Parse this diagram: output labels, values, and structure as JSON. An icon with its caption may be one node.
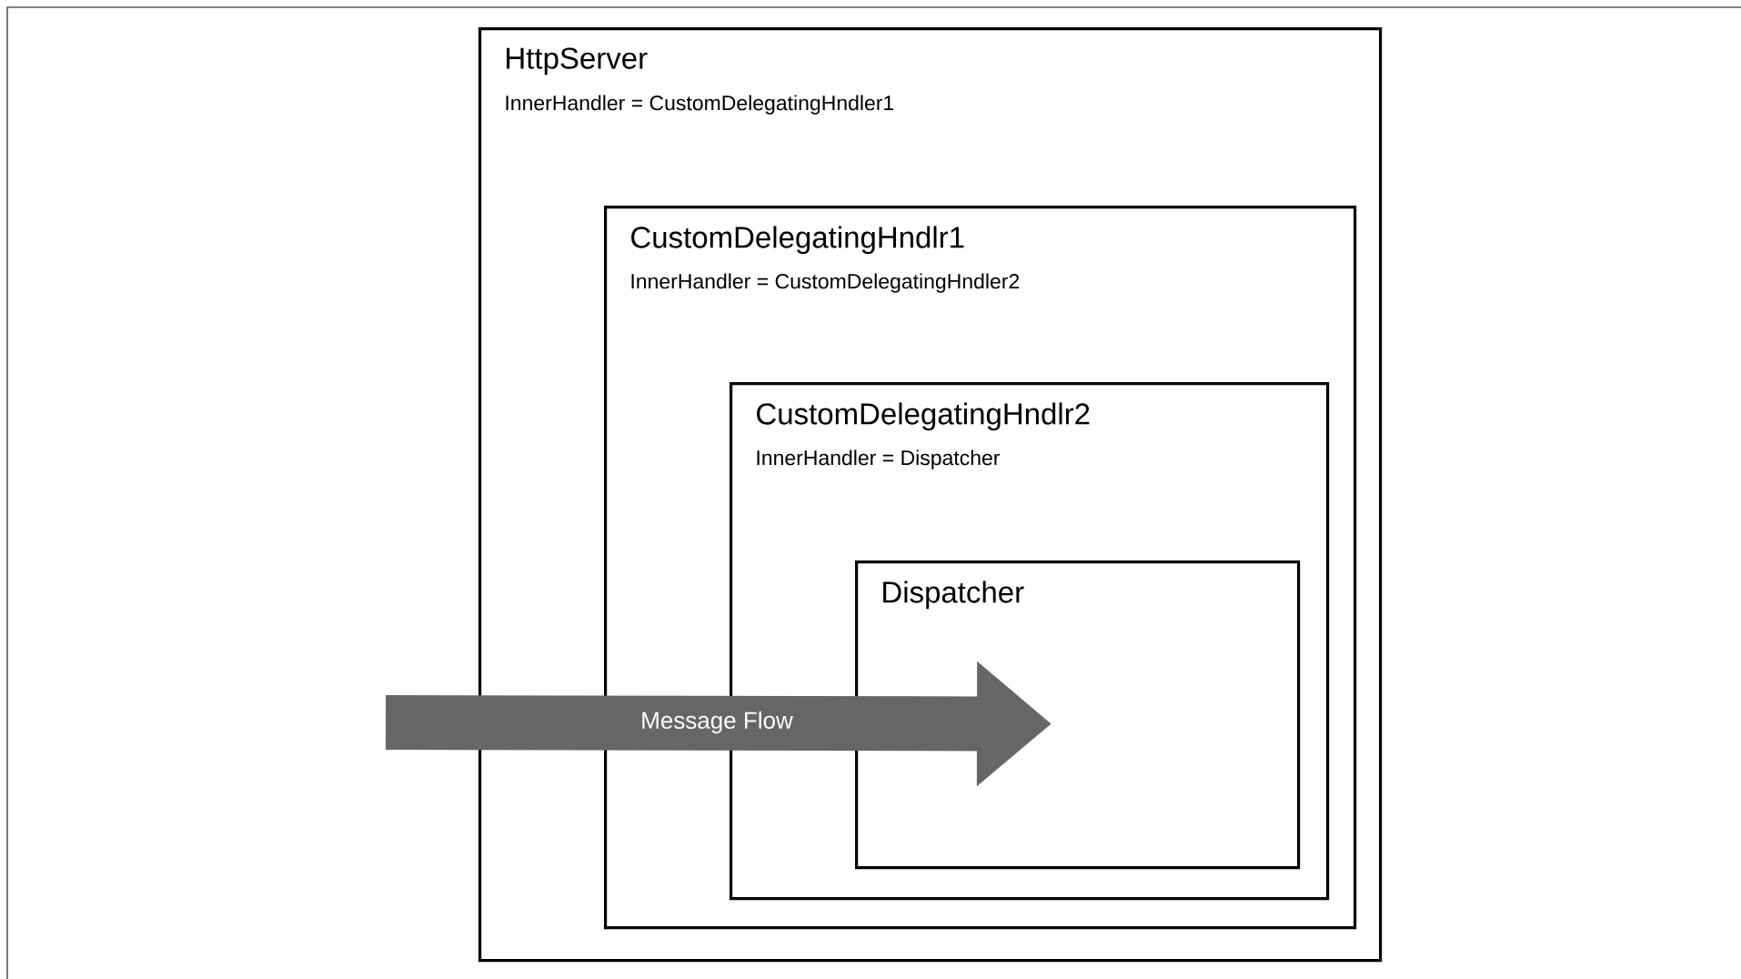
{
  "diagram": {
    "nodes": [
      {
        "text": [
          "HttpServer",
          "InnerHandler = CustomDelegatingHndler1"
        ]
      },
      {
        "text": [
          "CustomDelegatingHndlr1",
          "InnerHandler = CustomDelegatingHndler2"
        ],
        "in": 0
      },
      {
        "text": [
          "CustomDelegatingHndlr2",
          "InnerHandler = Dispatcher"
        ],
        "in": 1
      },
      {
        "text": [
          "Dispatcher"
        ],
        "in": 2
      }
    ],
    "edges": [
      {
        "from": null,
        "to": 3,
        "arrow": "to",
        "label": "Message Flow"
      }
    ]
  }
}
